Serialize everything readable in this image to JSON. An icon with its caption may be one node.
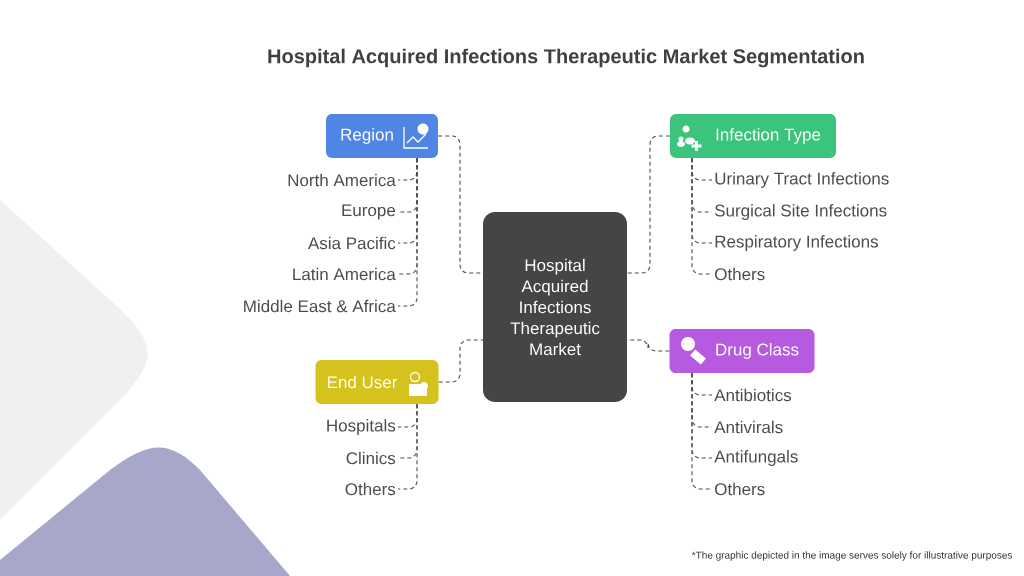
{
  "diagram": {
    "title": "Hospital Acquired Infections Therapeutic Market Segmentation",
    "nodes": [
      {
        "text": [
          "Hospital Acquired Infections Therapeutic Market"
        ]
      },
      {
        "text": [
          "Region"
        ]
      },
      {
        "text": [
          "North America"
        ]
      },
      {
        "text": [
          "Europe"
        ]
      },
      {
        "text": [
          "Asia Pacific"
        ]
      },
      {
        "text": [
          "Latin America"
        ]
      },
      {
        "text": [
          "Middle East & Africa"
        ]
      },
      {
        "text": [
          "Infection Type"
        ]
      },
      {
        "text": [
          "Urinary Tract Infections"
        ]
      },
      {
        "text": [
          "Surgical Site Infections"
        ]
      },
      {
        "text": [
          "Respiratory Infections"
        ]
      },
      {
        "text": [
          "Others"
        ]
      },
      {
        "text": [
          "End User"
        ]
      },
      {
        "text": [
          "Hospitals"
        ]
      },
      {
        "text": [
          "Clinics"
        ]
      },
      {
        "text": [
          "Others"
        ]
      },
      {
        "text": [
          "Drug Class"
        ]
      },
      {
        "text": [
          "Antibiotics"
        ]
      },
      {
        "text": [
          "Antivirals"
        ]
      },
      {
        "text": [
          "Antifungals"
        ]
      },
      {
        "text": [
          "Others"
        ]
      }
    ],
    "edges": [
      {
        "from": 0,
        "to": 1,
        "arrow": "none",
        "style": "dashed"
      },
      {
        "from": 1,
        "to": 2,
        "arrow": "none",
        "style": "dashed"
      },
      {
        "from": 1,
        "to": 3,
        "arrow": "none",
        "style": "dashed"
      },
      {
        "from": 1,
        "to": 4,
        "arrow": "none",
        "style": "dashed"
      },
      {
        "from": 1,
        "to": 5,
        "arrow": "none",
        "style": "dashed"
      },
      {
        "from": 1,
        "to": 6,
        "arrow": "none",
        "style": "dashed"
      },
      {
        "from": 0,
        "to": 7,
        "arrow": "none",
        "style": "dashed"
      },
      {
        "from": 7,
        "to": 8,
        "arrow": "none",
        "style": "dashed"
      },
      {
        "from": 7,
        "to": 9,
        "arrow": "none",
        "style": "dashed"
      },
      {
        "from": 7,
        "to": 10,
        "arrow": "none",
        "style": "dashed"
      },
      {
        "from": 7,
        "to": 11,
        "arrow": "none",
        "style": "dashed"
      },
      {
        "from": 0,
        "to": 12,
        "arrow": "none",
        "style": "dashed"
      },
      {
        "from": 12,
        "to": 13,
        "arrow": "none",
        "style": "dashed"
      },
      {
        "from": 12,
        "to": 14,
        "arrow": "none",
        "style": "dashed"
      },
      {
        "from": 12,
        "to": 15,
        "arrow": "none",
        "style": "dashed"
      },
      {
        "from": 0,
        "to": 16,
        "arrow": "none",
        "style": "dashed"
      },
      {
        "from": 16,
        "to": 17,
        "arrow": "none",
        "style": "dashed"
      },
      {
        "from": 16,
        "to": 18,
        "arrow": "none",
        "style": "dashed"
      },
      {
        "from": 16,
        "to": 19,
        "arrow": "none",
        "style": "dashed"
      },
      {
        "from": 16,
        "to": 20,
        "arrow": "none",
        "style": "dashed"
      }
    ],
    "labels": [
      "*The graphic depicted in the image serves solely for illustrative purposes"
    ]
  }
}
